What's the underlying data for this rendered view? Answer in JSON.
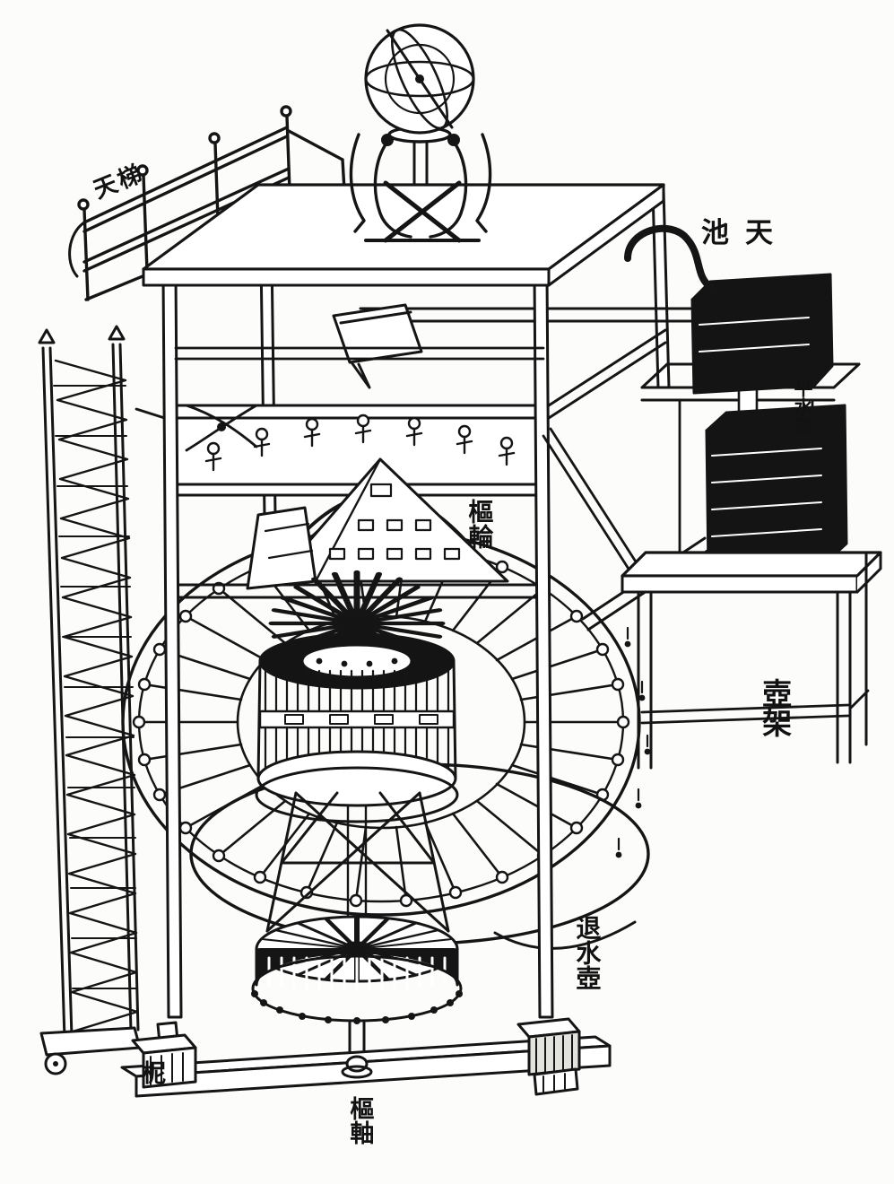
{
  "figure": {
    "kind": "woodcut-diagram",
    "subject": "water-driven astronomical clock tower mechanism",
    "ink_color": "#151515",
    "paper_color": "#fcfcfa"
  },
  "labels": {
    "tianti": {
      "text": "天梯"
    },
    "tianchi": {
      "text": "池天"
    },
    "pingshuihu": {
      "text": "平水壺"
    },
    "shulun": {
      "text": "樞輪"
    },
    "hujia": {
      "text": "壺架"
    },
    "tuishuihu": {
      "text": "退水壺"
    },
    "ni": {
      "text": "柅"
    },
    "shuzhou": {
      "text": "樞軸"
    }
  }
}
